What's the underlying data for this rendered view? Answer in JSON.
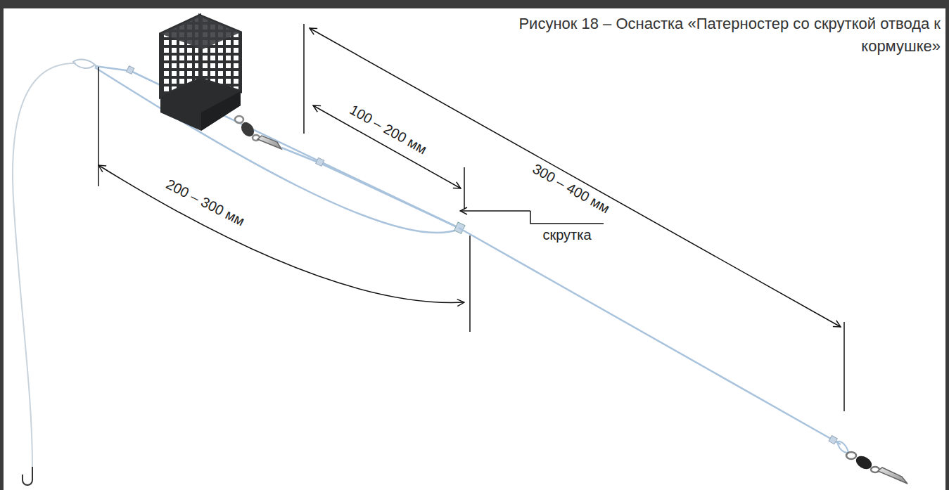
{
  "diagram": {
    "title": "Рисунок 18 – Оснастка «Патерностер со скруткой отвода к кормушке»",
    "labels": [
      "100 – 200 мм",
      "300 – 400 мм",
      "скрутка",
      "200 – 300 мм"
    ]
  }
}
